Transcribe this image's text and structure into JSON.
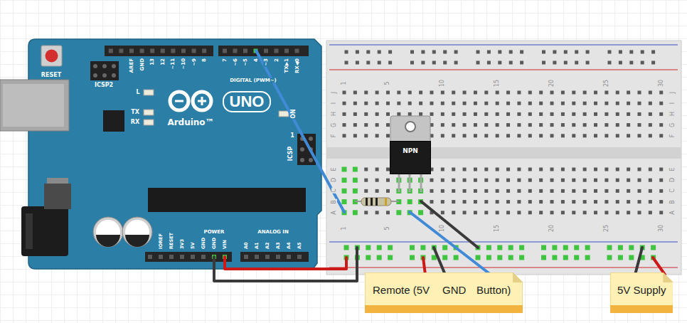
{
  "diagram": {
    "nodes": [
      {
        "text": [
          "UNO"
        ]
      },
      {
        "text": [
          "NPN"
        ]
      },
      {
        "text": [
          "Remote (5V",
          "GND",
          "Button)"
        ]
      },
      {
        "text": [
          "5V Supply"
        ]
      }
    ],
    "labels": [
      "RESET",
      "ICSP2",
      "AREF",
      "GND",
      "13",
      "12",
      "~11",
      "~10",
      "~9",
      "8",
      "7",
      "~6",
      "~5",
      "4",
      "~3",
      "2",
      "TX▶1",
      "RX◀0",
      "DIGITAL (PWM~)",
      "L",
      "TX",
      "RX",
      "Arduino™",
      "ON",
      "1",
      "ICSP",
      "IOREF",
      "RESET",
      "3V3",
      "5V",
      "GND",
      "GND",
      "VIN",
      "POWER",
      "ANALOG IN",
      "A0",
      "A1",
      "A2",
      "A3",
      "A4",
      "A5",
      "1",
      "5",
      "10",
      "15",
      "20",
      "25",
      "30",
      "J",
      "I",
      "H",
      "G",
      "F",
      "J",
      "I",
      "H",
      "G",
      "F",
      "E",
      "D",
      "C",
      "B",
      "A",
      "E",
      "D",
      "C",
      "B",
      "A",
      "1",
      "5",
      "10",
      "15",
      "20",
      "25",
      "30"
    ]
  }
}
